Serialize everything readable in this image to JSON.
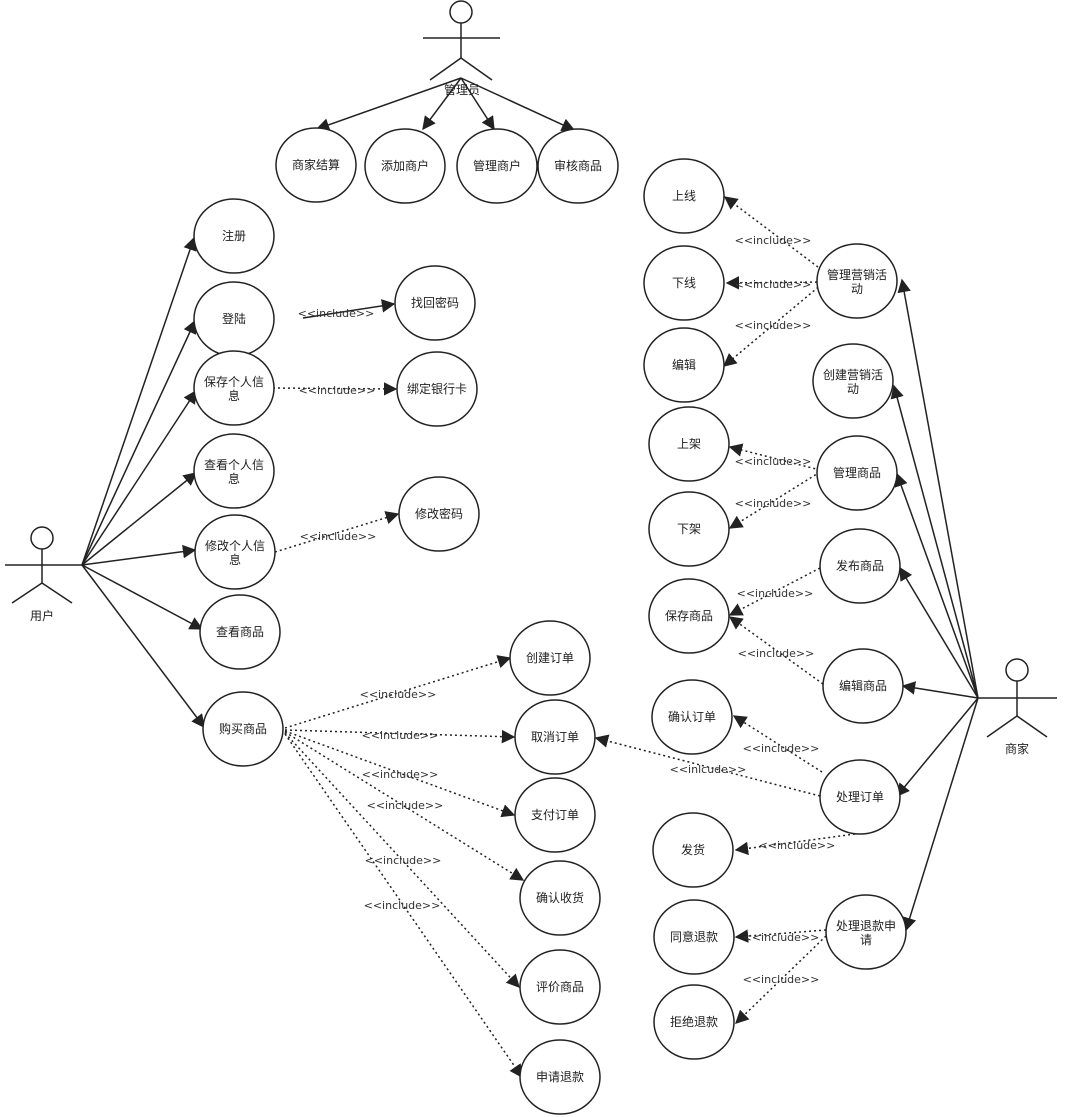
{
  "actors": {
    "admin": "管理员",
    "user": "用户",
    "merchant": "商家"
  },
  "include_label": "<<include>>",
  "include_label_typo": "<<inlcude>>",
  "use_cases": {
    "merchant_settlement": "商家结算",
    "add_merchant": "添加商户",
    "manage_merchant": "管理商户",
    "review_goods": "审核商品",
    "register": "注册",
    "login": "登陆",
    "find_password": "找回密码",
    "save_info": [
      "保存个人信",
      "息"
    ],
    "bind_card": "绑定银行卡",
    "view_info": [
      "查看个人信",
      "息"
    ],
    "modify_info": [
      "修改个人信",
      "息"
    ],
    "modify_password": "修改密码",
    "view_goods": "查看商品",
    "buy_goods": "购买商品",
    "create_order": "创建订单",
    "cancel_order": "取消订单",
    "pay_order": "支付订单",
    "confirm_receipt": "确认收货",
    "review_product": "评价商品",
    "apply_refund": "申请退款",
    "online": "上线",
    "offline": "下线",
    "edit": "编辑",
    "manage_marketing": [
      "管理营销活",
      "动"
    ],
    "create_marketing": [
      "创建营销活",
      "动"
    ],
    "shelve": "上架",
    "unshelve": "下架",
    "manage_goods": "管理商品",
    "publish_goods": "发布商品",
    "save_goods": "保存商品",
    "edit_goods": "编辑商品",
    "confirm_order": "确认订单",
    "process_order": "处理订单",
    "ship": "发货",
    "process_refund": [
      "处理退款申",
      "请"
    ],
    "agree_refund": "同意退款",
    "reject_refund": "拒绝退款"
  },
  "colors": {
    "stroke": "#222222",
    "background": "#ffffff"
  }
}
